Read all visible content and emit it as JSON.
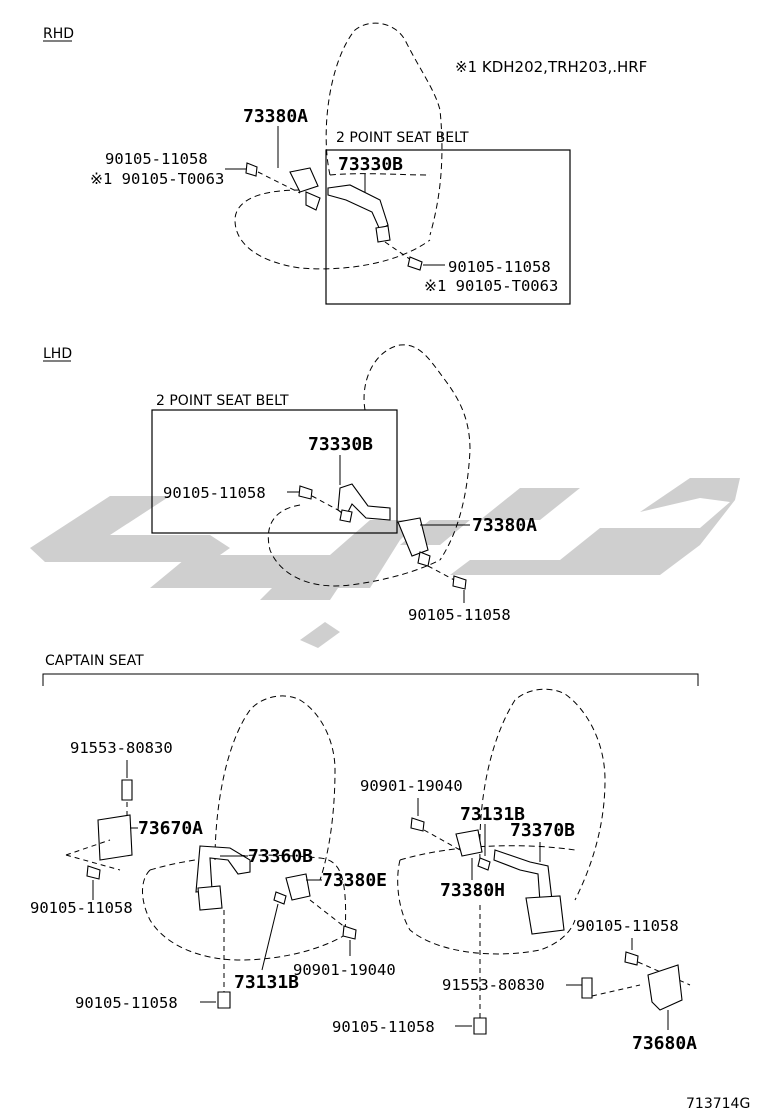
{
  "sections": {
    "rhd": "RHD",
    "lhd": "LHD",
    "captain": "CAPTAIN SEAT"
  },
  "notes": {
    "rhd_note": "※1 KDH202,TRH203,.HRF",
    "rhd_two_point": "2 POINT SEAT BELT",
    "lhd_two_point": "2 POINT SEAT BELT"
  },
  "labels": {
    "rhd": {
      "p73380a": "73380A",
      "b_left_1": "90105-11058",
      "b_left_2": "※1 90105-T0063",
      "p73330b": "73330B",
      "b_right_1": "90105-11058",
      "b_right_2": "※1 90105-T0063"
    },
    "lhd": {
      "p73330b": "73330B",
      "b_left": "90105-11058",
      "p73380a": "73380A",
      "b_bottom": "90105-11058"
    },
    "captain": {
      "b91553_left": "91553-80830",
      "p73670a": "73670A",
      "b90105_left": "90105-11058",
      "p73360b": "73360B",
      "p73380e_left": "73380E",
      "p73131b_left": "73131B",
      "b90901_left": "90901-19040",
      "b90105_bottom_left": "90105-11058",
      "b90901_right": "90901-19040",
      "p73131b_right": "73131B",
      "p73370b": "73370B",
      "p73380h": "73380H",
      "b90105_right": "90105-11058",
      "b91553_right": "91553-80830",
      "b90105_bottom_right": "90105-11058",
      "p73680a": "73680A"
    }
  },
  "figure_id": "713714G"
}
